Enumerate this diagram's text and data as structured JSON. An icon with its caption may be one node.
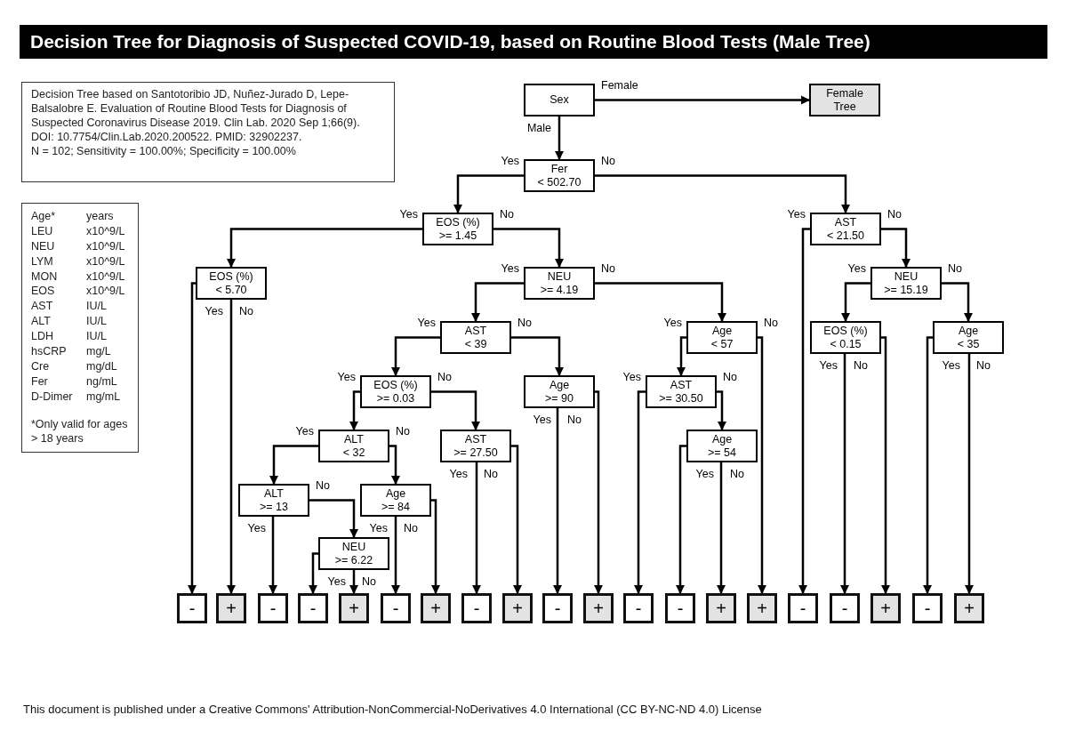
{
  "diagram": {
    "title": "Decision Tree for Diagnosis of Suspected COVID-19, based on Routine Blood Tests (Male Tree)",
    "nodes": [
      {
        "text": [
          "Decision Tree based on Santotoribio JD, Nuñez-Jurado D, Lepe-Balsalobre E. Evaluation of Routine Blood Tests for Diagnosis of Suspected Coronavirus Disease 2019. Clin Lab. 2020 Sep 1;66(9).",
          "DOI: 10.7754/Clin.Lab.2020.200522. PMID: 32902237.",
          "N = 102; Sensitivity = 100.00%; Specificity = 100.00%"
        ]
      },
      {
        "text": [
          "Age*",
          "years",
          "LEU",
          "x10^9/L",
          "NEU",
          "x10^9/L",
          "LYM",
          "x10^9/L",
          "MON",
          "x10^9/L",
          "EOS",
          "x10^9/L",
          "AST",
          "IU/L",
          "ALT",
          "IU/L",
          "LDH",
          "IU/L",
          "hsCRP",
          "mg/L",
          "Cre",
          "mg/dL",
          "Fer",
          "ng/mL",
          "D-Dimer",
          "mg/mL",
          "*Only valid for ages > 18 years"
        ]
      },
      {
        "text": [
          "Sex"
        ]
      },
      {
        "text": [
          "Female",
          "Tree"
        ]
      },
      {
        "text": [
          "Fer",
          "< 502.70"
        ]
      },
      {
        "text": [
          "EOS (%)",
          ">= 1.45"
        ]
      },
      {
        "text": [
          "AST",
          "< 21.50"
        ]
      },
      {
        "text": [
          "EOS (%)",
          "< 5.70"
        ]
      },
      {
        "text": [
          "NEU",
          ">= 4.19"
        ]
      },
      {
        "text": [
          "NEU",
          ">= 15.19"
        ]
      },
      {
        "text": [
          "AST",
          "< 39"
        ]
      },
      {
        "text": [
          "Age",
          "< 57"
        ]
      },
      {
        "text": [
          "EOS (%)",
          "< 0.15"
        ]
      },
      {
        "text": [
          "Age",
          "< 35"
        ]
      },
      {
        "text": [
          "EOS (%)",
          ">= 0.03"
        ]
      },
      {
        "text": [
          "Age",
          ">= 90"
        ]
      },
      {
        "text": [
          "AST",
          ">= 30.50"
        ]
      },
      {
        "text": [
          "ALT",
          "< 32"
        ]
      },
      {
        "text": [
          "AST",
          ">= 27.50"
        ]
      },
      {
        "text": [
          "Age",
          ">= 54"
        ]
      },
      {
        "text": [
          "ALT",
          ">= 13"
        ]
      },
      {
        "text": [
          "Age",
          ">= 84"
        ]
      },
      {
        "text": [
          "NEU",
          ">= 6.22"
        ]
      },
      {
        "text": [
          "-"
        ]
      },
      {
        "text": [
          "+"
        ]
      },
      {
        "text": [
          "-"
        ]
      },
      {
        "text": [
          "-"
        ]
      },
      {
        "text": [
          "+"
        ]
      },
      {
        "text": [
          "-"
        ]
      },
      {
        "text": [
          "+"
        ]
      },
      {
        "text": [
          "-"
        ]
      },
      {
        "text": [
          "+"
        ]
      },
      {
        "text": [
          "-"
        ]
      },
      {
        "text": [
          "+"
        ]
      },
      {
        "text": [
          "-"
        ]
      },
      {
        "text": [
          "-"
        ]
      },
      {
        "text": [
          "+"
        ]
      },
      {
        "text": [
          "+"
        ]
      },
      {
        "text": [
          "-"
        ]
      },
      {
        "text": [
          "-"
        ]
      },
      {
        "text": [
          "+"
        ]
      },
      {
        "text": [
          "-"
        ]
      },
      {
        "text": [
          "+"
        ]
      }
    ],
    "edges": [
      {
        "from": 2,
        "to": 3,
        "arrow": "to",
        "label": "Female"
      },
      {
        "from": 2,
        "to": 4,
        "arrow": "to",
        "label": "Male"
      },
      {
        "from": 4,
        "to": 5,
        "arrow": "to",
        "label": "Yes"
      },
      {
        "from": 4,
        "to": 6,
        "arrow": "to",
        "label": "No"
      },
      {
        "from": 5,
        "to": 7,
        "arrow": "to",
        "label": "Yes"
      },
      {
        "from": 5,
        "to": 8,
        "arrow": "to",
        "label": "No"
      },
      {
        "from": 6,
        "to": 38,
        "arrow": "to",
        "label": "Yes"
      },
      {
        "from": 6,
        "to": 9,
        "arrow": "to",
        "label": "No"
      },
      {
        "from": 7,
        "to": 23,
        "arrow": "to",
        "label": "Yes"
      },
      {
        "from": 7,
        "to": 24,
        "arrow": "to",
        "label": "No"
      },
      {
        "from": 8,
        "to": 10,
        "arrow": "to",
        "label": "Yes"
      },
      {
        "from": 8,
        "to": 11,
        "arrow": "to",
        "label": "No"
      },
      {
        "from": 9,
        "to": 12,
        "arrow": "to",
        "label": "Yes"
      },
      {
        "from": 9,
        "to": 13,
        "arrow": "to",
        "label": "No"
      },
      {
        "from": 10,
        "to": 14,
        "arrow": "to",
        "label": "Yes"
      },
      {
        "from": 10,
        "to": 15,
        "arrow": "to",
        "label": "No"
      },
      {
        "from": 11,
        "to": 16,
        "arrow": "to",
        "label": "Yes"
      },
      {
        "from": 11,
        "to": 37,
        "arrow": "to",
        "label": "No"
      },
      {
        "from": 12,
        "to": 39,
        "arrow": "to",
        "label": "Yes"
      },
      {
        "from": 12,
        "to": 40,
        "arrow": "to",
        "label": "No"
      },
      {
        "from": 13,
        "to": 41,
        "arrow": "to",
        "label": "Yes"
      },
      {
        "from": 13,
        "to": 42,
        "arrow": "to",
        "label": "No"
      },
      {
        "from": 14,
        "to": 17,
        "arrow": "to",
        "label": "Yes"
      },
      {
        "from": 14,
        "to": 18,
        "arrow": "to",
        "label": "No"
      },
      {
        "from": 15,
        "to": 32,
        "arrow": "to",
        "label": "Yes"
      },
      {
        "from": 15,
        "to": 33,
        "arrow": "to",
        "label": "No"
      },
      {
        "from": 16,
        "to": 34,
        "arrow": "to",
        "label": "Yes"
      },
      {
        "from": 16,
        "to": 19,
        "arrow": "to",
        "label": "No"
      },
      {
        "from": 17,
        "to": 20,
        "arrow": "to",
        "label": "Yes"
      },
      {
        "from": 17,
        "to": 21,
        "arrow": "to",
        "label": "No"
      },
      {
        "from": 18,
        "to": 30,
        "arrow": "to",
        "label": "Yes"
      },
      {
        "from": 18,
        "to": 31,
        "arrow": "to",
        "label": "No"
      },
      {
        "from": 19,
        "to": 35,
        "arrow": "to",
        "label": "Yes"
      },
      {
        "from": 19,
        "to": 36,
        "arrow": "to",
        "label": "No"
      },
      {
        "from": 20,
        "to": 25,
        "arrow": "to",
        "label": "Yes"
      },
      {
        "from": 20,
        "to": 22,
        "arrow": "to",
        "label": "No"
      },
      {
        "from": 21,
        "to": 28,
        "arrow": "to",
        "label": "Yes"
      },
      {
        "from": 21,
        "to": 29,
        "arrow": "to",
        "label": "No"
      },
      {
        "from": 22,
        "to": 26,
        "arrow": "to",
        "label": "Yes"
      },
      {
        "from": 22,
        "to": 27,
        "arrow": "to",
        "label": "No"
      }
    ],
    "labels": [
      "This document is published under a Creative Commons' Attribution-NonCommercial-NoDerivatives 4.0 International (CC BY-NC-ND 4.0) License"
    ]
  }
}
